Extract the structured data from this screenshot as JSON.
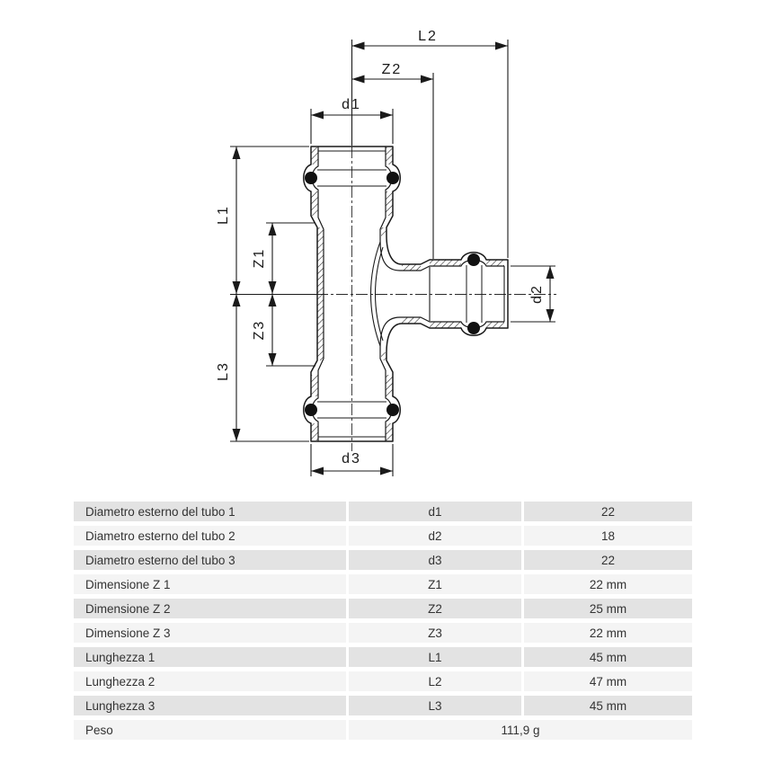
{
  "diagram": {
    "labels": {
      "l1": "L1",
      "l2": "L2",
      "l3": "L3",
      "z1": "Z1",
      "z2": "Z2",
      "z3": "Z3",
      "d1": "d1",
      "d2": "d2",
      "d3": "d3"
    }
  },
  "table": {
    "rows": [
      {
        "label": "Diametro esterno del tubo 1",
        "symbol": "d1",
        "value": "22"
      },
      {
        "label": "Diametro esterno del tubo 2",
        "symbol": "d2",
        "value": "18"
      },
      {
        "label": "Diametro esterno del tubo 3",
        "symbol": "d3",
        "value": "22"
      },
      {
        "label": "Dimensione Z 1",
        "symbol": "Z1",
        "value": "22 mm"
      },
      {
        "label": "Dimensione Z 2",
        "symbol": "Z2",
        "value": "25 mm"
      },
      {
        "label": "Dimensione Z 3",
        "symbol": "Z3",
        "value": "22 mm"
      },
      {
        "label": "Lunghezza 1",
        "symbol": "L1",
        "value": "45 mm"
      },
      {
        "label": "Lunghezza 2",
        "symbol": "L2",
        "value": "47 mm"
      },
      {
        "label": "Lunghezza 3",
        "symbol": "L3",
        "value": "45 mm"
      },
      {
        "label": "Peso",
        "symbol": "",
        "value": "111,9 g"
      }
    ]
  },
  "colors": {
    "background": "#ffffff",
    "line": "#1a1a1a",
    "row_dark": "#e3e3e3",
    "row_light": "#f4f4f4",
    "table_text": "#333333"
  }
}
